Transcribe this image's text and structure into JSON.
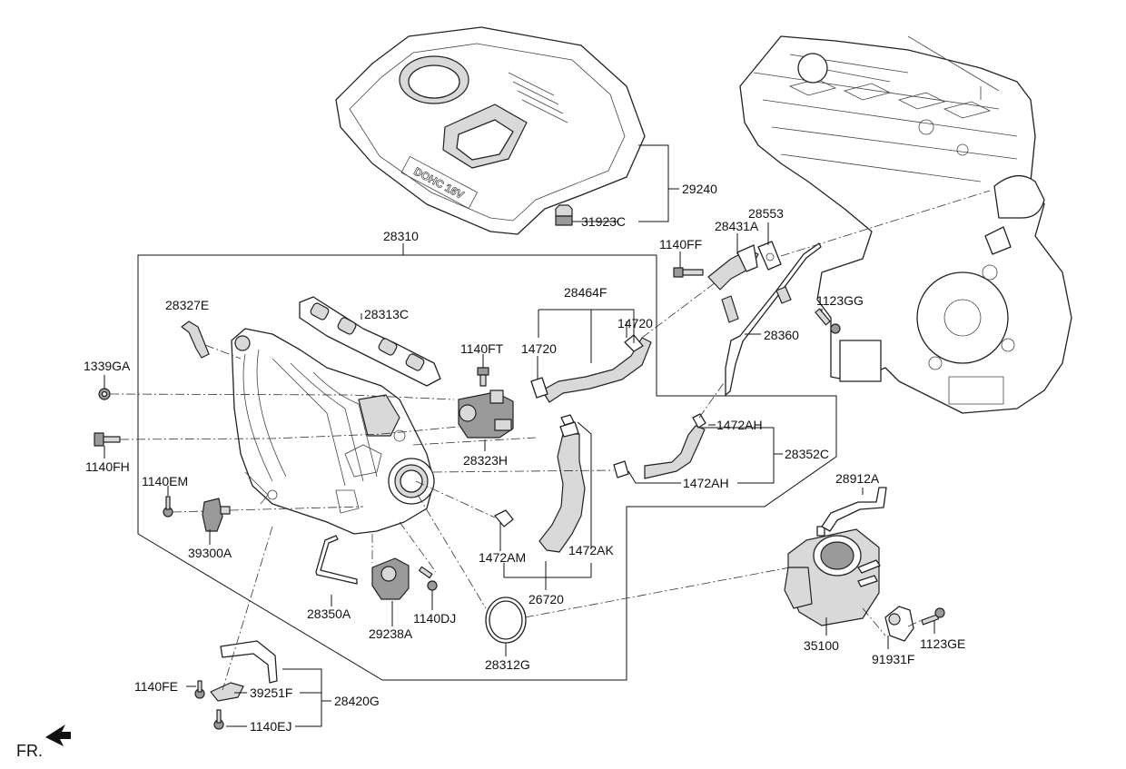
{
  "labels": {
    "p29240": "29240",
    "p31923C": "31923C",
    "p28310": "28310",
    "p28553": "28553",
    "p28431A": "28431A",
    "p1140FF": "1140FF",
    "p28464F": "28464F",
    "p14720a": "14720",
    "p14720b": "14720",
    "p1123GG": "1123GG",
    "p28360": "28360",
    "p28327E": "28327E",
    "p28313C": "28313C",
    "p1140FT": "1140FT",
    "p1339GA": "1339GA",
    "p28323H": "28323H",
    "p1140FH": "1140FH",
    "p1472AHa": "1472AH",
    "p28352C": "28352C",
    "p1472AHb": "1472AH",
    "p1140EM": "1140EM",
    "p28912A": "28912A",
    "p39300A": "39300A",
    "p1472AM": "1472AM",
    "p1472AK": "1472AK",
    "p26720": "26720",
    "p28350A": "28350A",
    "p29238A": "29238A",
    "p1140DJ": "1140DJ",
    "p35100": "35100",
    "p1123GE": "1123GE",
    "p91931F": "91931F",
    "p28312G": "28312G",
    "p1140FE": "1140FE",
    "p39251F": "39251F",
    "p28420G": "28420G",
    "p1140EJ": "1140EJ",
    "frontIndicator": "FR.",
    "coverLettering": "DOHC 16V"
  }
}
